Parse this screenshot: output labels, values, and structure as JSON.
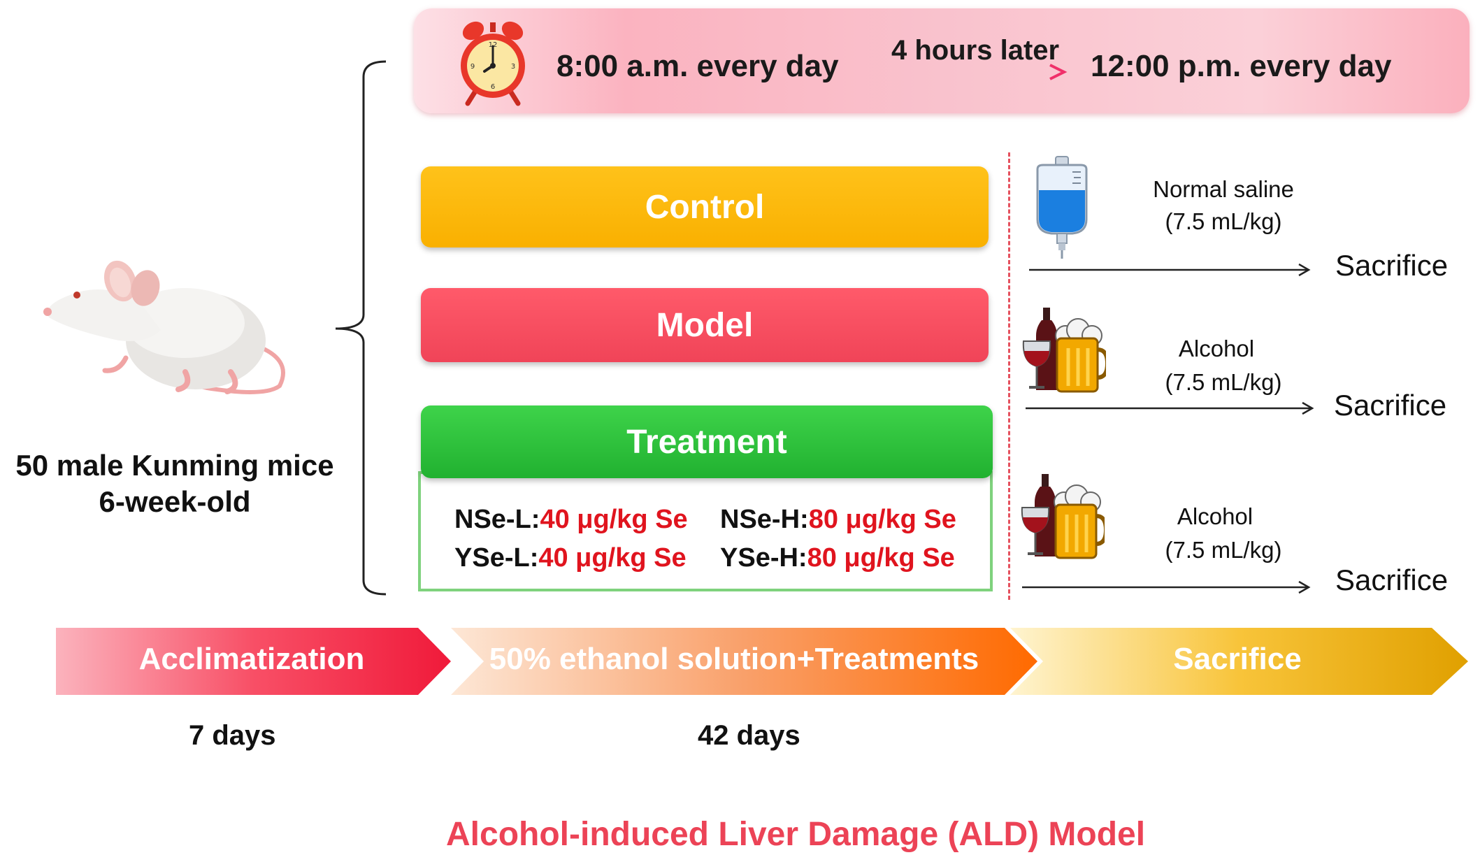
{
  "schedule": {
    "morning": "8:00 a.m. every day",
    "interval": "4 hours later",
    "noon": "12:00 p.m. every day"
  },
  "groups": {
    "control": "Control",
    "model": "Model",
    "treatment": "Treatment"
  },
  "doses": [
    {
      "name": "NSe-L:",
      "value": "40 μg/kg Se"
    },
    {
      "name": "NSe-H:",
      "value": "80 μg/kg Se"
    },
    {
      "name": "YSe-L:",
      "value": "40 μg/kg Se"
    },
    {
      "name": "YSe-H:",
      "value": "80 μg/kg Se"
    }
  ],
  "administration": [
    {
      "substance": "Normal saline",
      "dose": "(7.5 mL/kg)",
      "outcome": "Sacrifice",
      "icon": "iv-bag-icon"
    },
    {
      "substance": "Alcohol",
      "dose": "(7.5 mL/kg)",
      "outcome": "Sacrifice",
      "icon": "wine-beer-icon"
    },
    {
      "substance": "Alcohol",
      "dose": "(7.5 mL/kg)",
      "outcome": "Sacrifice",
      "icon": "wine-beer-icon"
    }
  ],
  "subjects": {
    "line1": "50 male Kunming mice",
    "line2": "6-week-old"
  },
  "timeline": [
    {
      "label": "Acclimatization",
      "duration": "7 days"
    },
    {
      "label": "50% ethanol solution+Treatments",
      "duration": "42 days"
    },
    {
      "label": "Sacrifice",
      "duration": ""
    }
  ],
  "title": "Alcohol-induced Liver Damage (ALD) Model",
  "colors": {
    "control": "#f9b000",
    "model": "#f04458",
    "treatment": "#21b130",
    "dose_value": "#e0141e",
    "title": "#ec4356"
  }
}
